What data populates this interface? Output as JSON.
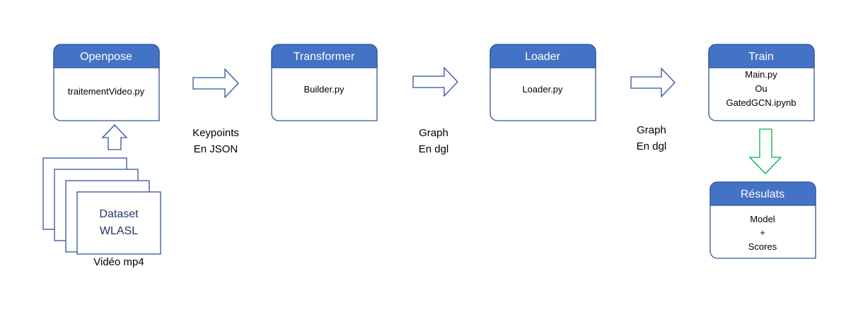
{
  "colors": {
    "header": "#4472C4",
    "border": "#2F5597",
    "arrow": "#2F5597",
    "down_arrow": "#00B050",
    "dataset_text": "#1F3864"
  },
  "boxes": {
    "openpose": {
      "title": "Openpose",
      "lines": [
        "traitementVideo.py"
      ]
    },
    "transformer": {
      "title": "Transformer",
      "lines": [
        "Builder.py"
      ]
    },
    "loader": {
      "title": "Loader",
      "lines": [
        "Loader.py"
      ]
    },
    "train": {
      "title": "Train",
      "lines": [
        "Main.py",
        "Ou",
        "GatedGCN.ipynb"
      ]
    },
    "resultats": {
      "title": "Résulats",
      "lines": [
        "Model",
        "+",
        "Scores"
      ]
    }
  },
  "dataset": {
    "lines": [
      "Dataset",
      "WLASL"
    ],
    "caption": "Vidéo mp4"
  },
  "labels": {
    "openpose_to_transformer": [
      "Keypoints",
      "En JSON"
    ],
    "transformer_to_loader": [
      "Graph",
      "En dgl"
    ],
    "loader_to_train": [
      "Graph",
      "En dgl"
    ]
  }
}
